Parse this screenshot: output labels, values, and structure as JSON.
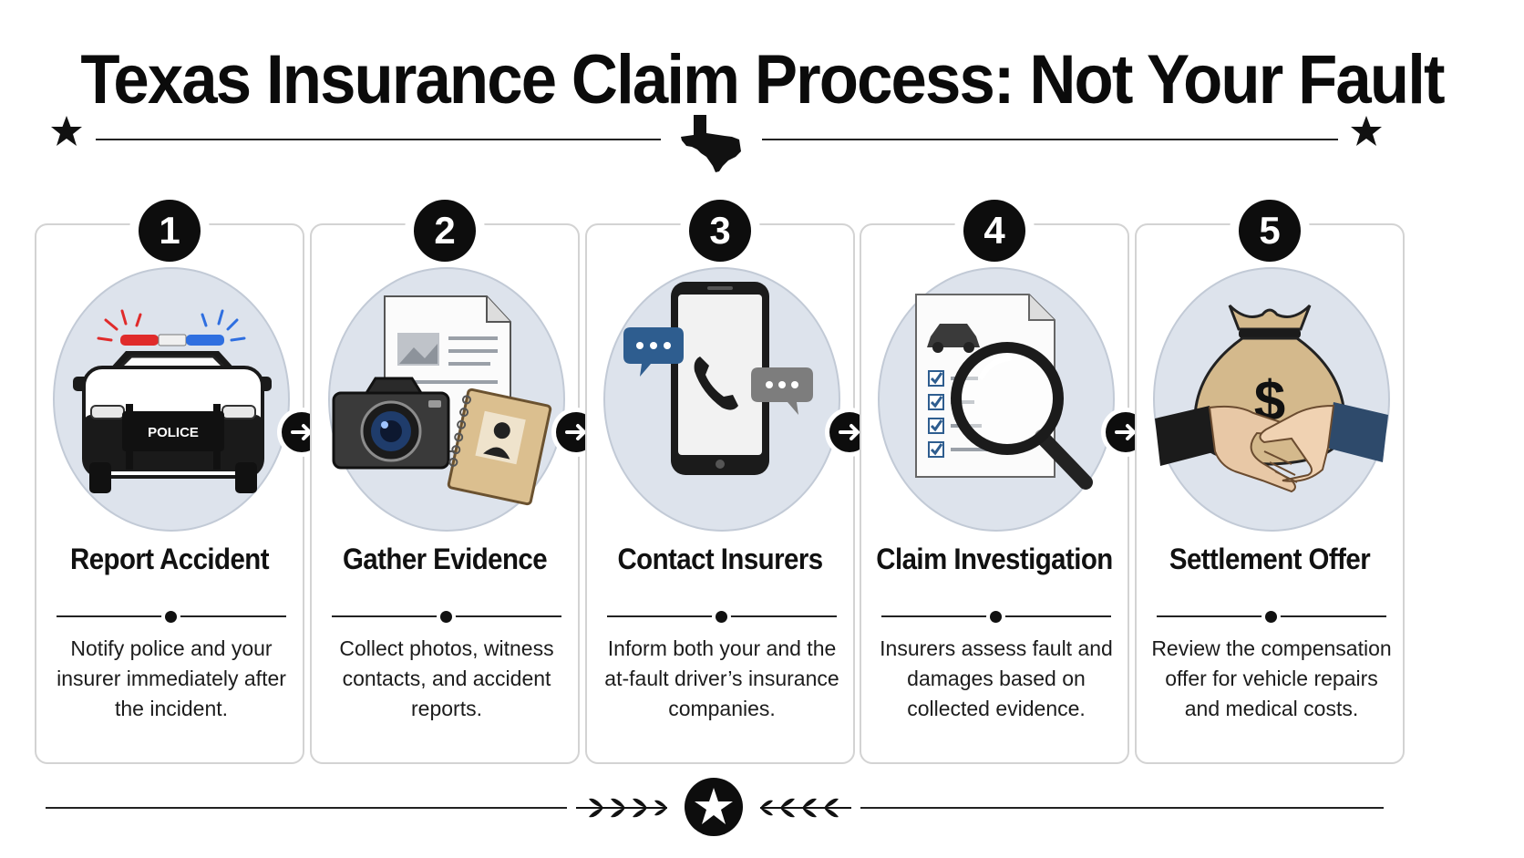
{
  "title": "Texas Insurance Claim Process: Not Your Fault",
  "colors": {
    "ink": "#0d0d0d",
    "circle_fill": "#dde3ec",
    "card_border": "#d3d3d3",
    "police_red": "#e02b2b",
    "police_blue": "#2f6fe0"
  },
  "steps": [
    {
      "number": "1",
      "title": "Report Accident",
      "description": "Notify police and your insurer immediately after the incident.",
      "icon": "police-car-icon",
      "car_label": "POLICE"
    },
    {
      "number": "2",
      "title": "Gather Evidence",
      "description": "Collect photos, witness contacts, and accident reports.",
      "icon": "camera-and-notebook-icon"
    },
    {
      "number": "3",
      "title": "Contact Insurers",
      "description": "Inform both your and the at-fault driver’s insurance companies.",
      "icon": "phone-call-icon"
    },
    {
      "number": "4",
      "title": "Claim Investigation",
      "description": "Insurers assess fault and damages based on collected evidence.",
      "icon": "magnifier-report-icon"
    },
    {
      "number": "5",
      "title": "Settlement Offer",
      "description": "Review the compensation offer for vehicle repairs and medical costs.",
      "icon": "money-bag-handshake-icon",
      "bag_symbol": "$"
    }
  ]
}
